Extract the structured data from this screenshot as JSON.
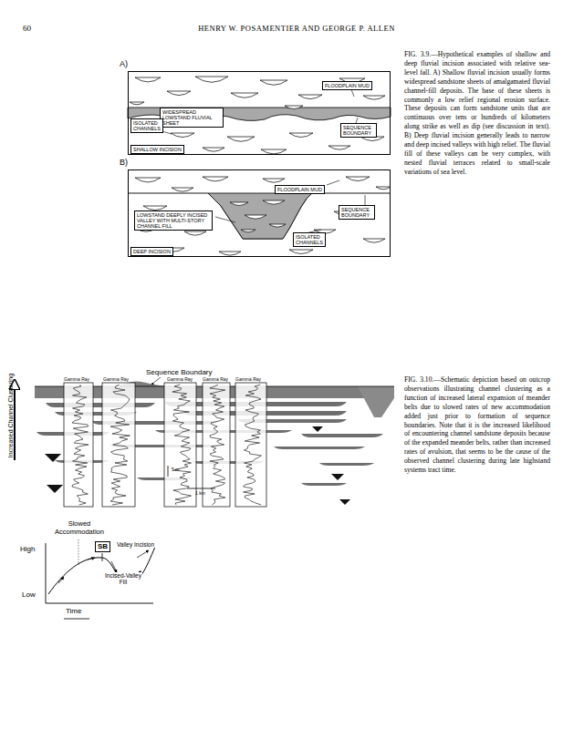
{
  "diagram": {
    "nodes": [
      {
        "text": [
          "A)"
        ]
      },
      {
        "text": [
          "FLOODPLAIN MUD"
        ],
        "in": 0
      },
      {
        "text": [
          "WIDESPREAD LOWSTAND FLUVIAL SHEET"
        ],
        "in": 0
      },
      {
        "text": [
          "ISOLATED CHANNELS"
        ],
        "in": 0
      },
      {
        "text": [
          "SEQUENCE BOUNDARY"
        ],
        "in": 0
      },
      {
        "text": [
          "SHALLOW INCISION"
        ],
        "in": 0
      },
      {
        "text": [
          "B)"
        ]
      },
      {
        "text": [
          "FLOODPLAIN MUD"
        ],
        "in": 6
      },
      {
        "text": [
          "SEQUENCE BOUNDARY"
        ],
        "in": 6
      },
      {
        "text": [
          "LOWSTAND DEEPLY INCISED VALLEY WITH MULTI-STORY CHANNEL FILL"
        ],
        "in": 6
      },
      {
        "text": [
          "ISOLATED CHANNELS"
        ],
        "in": 6
      },
      {
        "text": [
          "DEEP INCISION"
        ],
        "in": 6
      },
      {
        "text": [
          "SB"
        ]
      }
    ],
    "labels": [
      "60",
      "HENRY W. POSAMENTIER AND GEORGE P. ALLEN",
      "FIG. 3.9.—Hypothetical examples of shallow and deep fluvial incision associated with relative sea-level fall. A) Shallow fluvial incision usually forms widespread sandstone sheets of amalgamated fluvial channel-fill deposits. The base of these sheets is commonly a low relief regional erosion surface. These deposits can form sandstone units that are continuous over tens or hundreds of kilometers along strike as well as dip (see discussion in text). B) Deep fluvial incision generally leads to narrow and deep incised valleys with high relief. The fluvial fill of these valleys can be very complex, with nested fluvial terraces related to small-scale variations of sea level.",
      "Sequence Boundary",
      "Gamma Ray",
      "Gamma Ray",
      "Gamma Ray",
      "Gamma Ray",
      "Gamma Ray",
      "Increased Channel Clustering",
      "5 m",
      "1 km",
      "Slowed Accommodation",
      "Valley Incision",
      "Incised-Valley Fill",
      "High",
      "Low",
      "Time",
      "FIG. 3.10.—Schematic depiction based on outcrop observations illustrating channel clustering as a function of increased lateral expansion of meander belts due to slowed rates of new accommodation added just prior to formation of sequence boundaries. Note that it is the increased likelihood of encountering channel sandstone deposits because of the expanded meander belts, rather than increased rates of avulsion, that seems to be the cause of the observed channel clustering during late highstand systems tract time."
    ]
  }
}
